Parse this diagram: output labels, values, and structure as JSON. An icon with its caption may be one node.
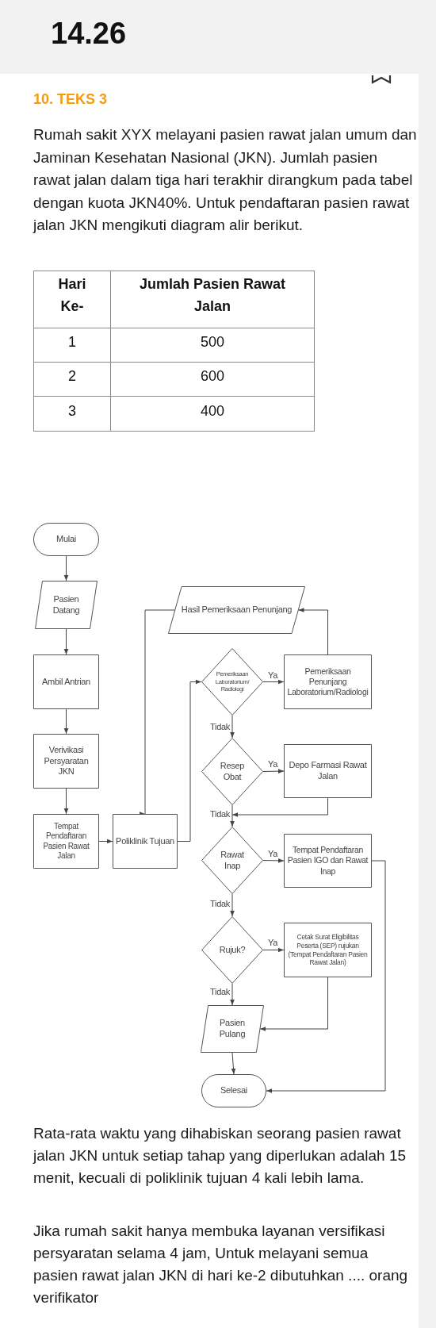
{
  "diagram": {
    "nodes": [
      {
        "text": [
          "Mulai"
        ]
      },
      {
        "text": [
          "Pasien Datang"
        ]
      },
      {
        "text": [
          "Ambil Antrian"
        ]
      },
      {
        "text": [
          "Verivikasi Persyaratan JKN"
        ]
      },
      {
        "text": [
          "Tempat Pendaftaran Pasien Rawat Jalan"
        ]
      },
      {
        "text": [
          "Poliklinik Tujuan"
        ]
      },
      {
        "text": [
          "Hasil Pemeriksaan Penunjang"
        ]
      },
      {
        "text": [
          "Pemeriksaan Laboratorium/ Radiologi"
        ]
      },
      {
        "text": [
          "Pemeriksaan Penunjang Laboratorium/Radiologi"
        ]
      },
      {
        "text": [
          "Resep Obat"
        ]
      },
      {
        "text": [
          "Depo Farmasi Rawat Jalan"
        ]
      },
      {
        "text": [
          "Rawat Inap"
        ]
      },
      {
        "text": [
          "Tempat Pendaftaran Pasien IGO dan Rawat Inap"
        ]
      },
      {
        "text": [
          "Rujuk?"
        ]
      },
      {
        "text": [
          "Cetak Surat Eligibilitas Peserta (SEP) rujukan (Tempat Pendaftaran Pasien Rawat Jalan)"
        ]
      },
      {
        "text": [
          "Pasien Pulang"
        ]
      },
      {
        "text": [
          "Selesai"
        ]
      }
    ],
    "edges": [
      {
        "from": 0,
        "to": 1,
        "arrow": "to"
      },
      {
        "from": 1,
        "to": 2,
        "arrow": "to"
      },
      {
        "from": 2,
        "to": 3,
        "arrow": "to"
      },
      {
        "from": 3,
        "to": 4,
        "arrow": "to"
      },
      {
        "from": 4,
        "to": 5,
        "arrow": "to"
      },
      {
        "from": 5,
        "to": 7,
        "arrow": "to"
      },
      {
        "from": 7,
        "to": 8,
        "arrow": "to",
        "label": "Ya"
      },
      {
        "from": 8,
        "to": 6,
        "arrow": "to"
      },
      {
        "from": 6,
        "to": 5,
        "arrow": "to"
      },
      {
        "from": 7,
        "to": 9,
        "arrow": "to",
        "label": "Tidak"
      },
      {
        "from": 9,
        "to": 10,
        "arrow": "to",
        "label": "Ya"
      },
      {
        "from": 9,
        "to": 11,
        "arrow": "to",
        "label": "Tidak"
      },
      {
        "from": 10,
        "to": 11,
        "arrow": "to"
      },
      {
        "from": 11,
        "to": 12,
        "arrow": "to",
        "label": "Ya"
      },
      {
        "from": 11,
        "to": 13,
        "arrow": "to",
        "label": "Tidak"
      },
      {
        "from": 13,
        "to": 14,
        "arrow": "to",
        "label": "Ya"
      },
      {
        "from": 13,
        "to": 15,
        "arrow": "to",
        "label": "Tidak"
      },
      {
        "from": 14,
        "to": 15,
        "arrow": "to"
      },
      {
        "from": 15,
        "to": 16,
        "arrow": "to"
      },
      {
        "from": 12,
        "to": 16,
        "arrow": "to"
      }
    ],
    "labels": [
      "14.26",
      "10. TEKS 3",
      "Rumah sakit XYX melayani pasien rawat jalan umum dan Jaminan Kesehatan Nasional (JKN). Jumlah pasien rawat jalan dalam tiga hari terakhir dirangkum pada tabel dengan kuota JKN40%. Untuk pendaftaran pasien rawat jalan JKN mengikuti diagram alir berikut.",
      "Hari Ke-",
      "Jumlah Pasien Rawat Jalan",
      "1",
      "500",
      "2",
      "600",
      "3",
      "400",
      "Rata-rata waktu yang dihabiskan seorang pasien rawat jalan JKN untuk setiap tahap yang diperlukan adalah 15 menit, kecuali di poliklinik tujuan 4 kali lebih lama.",
      "Jika rumah sakit hanya membuka layanan versifikasi persyaratan selama 4 jam, Untuk melayani semua pasien rawat jalan JKN di hari ke-2 dibutuhkan .... orang verifikator"
    ]
  }
}
